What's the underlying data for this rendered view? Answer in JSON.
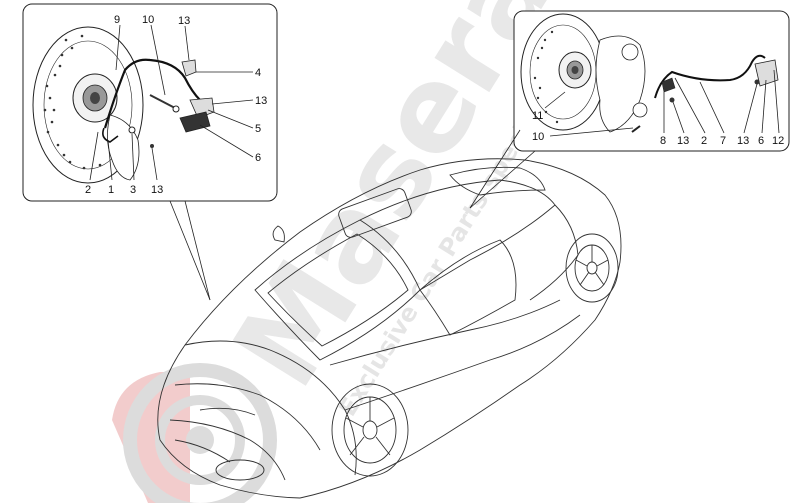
{
  "watermark": {
    "brand": "Maserati",
    "tagline": "Exclusive Car Parts specialist",
    "color": "#c8c8c8",
    "logo_red": "#e23a3a"
  },
  "callouts": {
    "left": [
      {
        "id": "9",
        "text": "9"
      },
      {
        "id": "10",
        "text": "10"
      },
      {
        "id": "13a",
        "text": "13"
      },
      {
        "id": "4",
        "text": "4"
      },
      {
        "id": "13b",
        "text": "13"
      },
      {
        "id": "5",
        "text": "5"
      },
      {
        "id": "6",
        "text": "6"
      },
      {
        "id": "2",
        "text": "2"
      },
      {
        "id": "1",
        "text": "1"
      },
      {
        "id": "3",
        "text": "3"
      },
      {
        "id": "13c",
        "text": "13"
      }
    ],
    "right": [
      {
        "id": "11",
        "text": "11"
      },
      {
        "id": "10",
        "text": "10"
      },
      {
        "id": "8",
        "text": "8"
      },
      {
        "id": "13a",
        "text": "13"
      },
      {
        "id": "2",
        "text": "2"
      },
      {
        "id": "7",
        "text": "7"
      },
      {
        "id": "13b",
        "text": "13"
      },
      {
        "id": "6",
        "text": "6"
      },
      {
        "id": "12",
        "text": "12"
      }
    ]
  }
}
